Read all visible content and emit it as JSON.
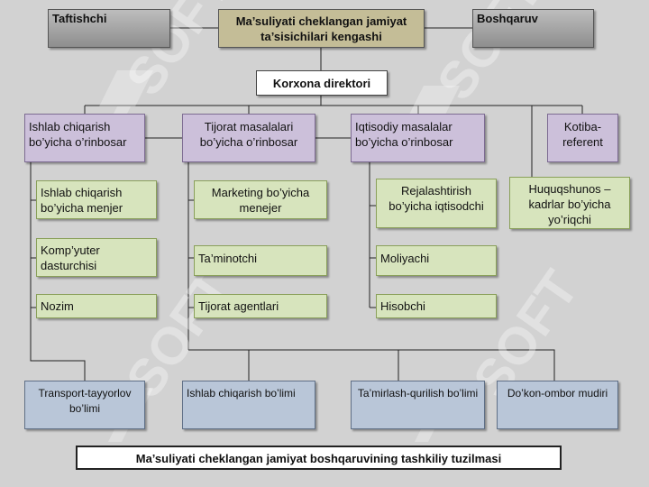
{
  "colors": {
    "grey_box": "#a6a6a6",
    "olive_box": "#c4bd97",
    "purple_box": "#ccc0da",
    "green_box": "#d7e4bd",
    "blue_box": "#b9c6d8",
    "background": "#d2d2d2",
    "watermark": "#ffffff"
  },
  "watermark": {
    "text": "SOFT"
  },
  "nodes": {
    "auditor": "Taftishchi",
    "council": "Ma’suliyati cheklangan jamiyat ta’sisichilari kengashi",
    "board": "Boshqaruv",
    "director": "Korxona direktori",
    "deputy_production": "Ishlab chiqarish bo’yicha o’rinbosar",
    "deputy_commerce": "Tijorat masalalari bo’yicha o’rinbosar",
    "deputy_economy": "Iqtisodiy masalalar bo’yicha o’rinbosar",
    "secretary": "Kotiba-referent",
    "production_manager": "Ishlab chiqarish bo’yicha menjer",
    "programmer": "Komp’yuter dasturchisi",
    "supervisor": "Nozim",
    "marketing_manager": "Marketing bo’yicha menejer",
    "supplier": "Ta’minotchi",
    "trade_agents": "Tijorat agentlari",
    "planning_economist": "Rejalashtirish bo’yicha iqtisodchi",
    "financier": "Moliyachi",
    "accountant": "Hisobchi",
    "hr_lawyer": "Huquqshunos – kadrlar bo’yicha yo’riqchi",
    "transport_dept": "Transport-tayyorlov bo’limi",
    "production_dept": "Ishlab chiqarish bo’limi",
    "repair_dept": "Ta’mirlash-qurilish bo’limi",
    "warehouse_head": "Do’kon-ombor mudiri"
  },
  "caption": "Ma’suliyati cheklangan jamiyat boshqaruvining tashkiliy tuzilmasi"
}
